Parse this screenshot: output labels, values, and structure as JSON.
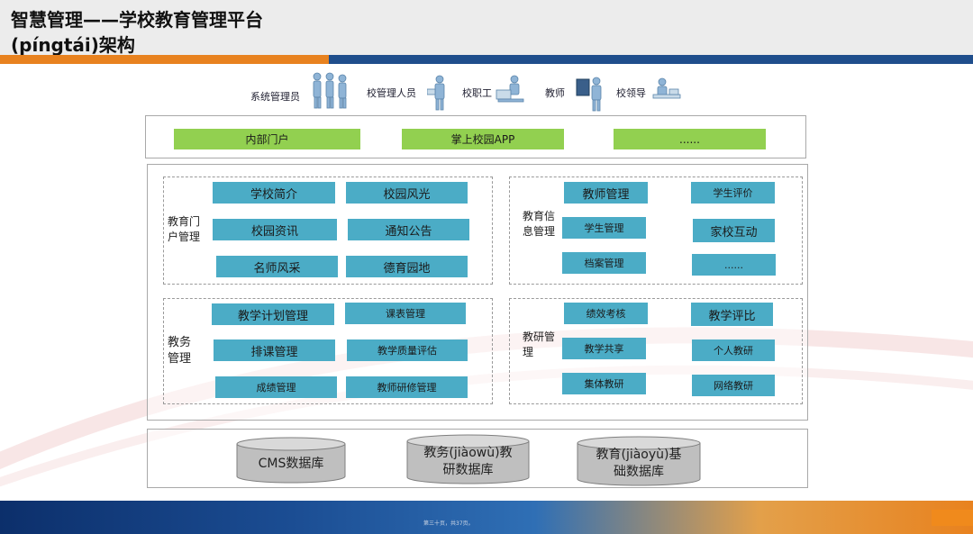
{
  "header": {
    "title_line1": "智慧管理——学校教育管理平台",
    "title_line2": "(píngtái)架构"
  },
  "users": [
    {
      "label": "系统管理员",
      "icon": "admin-group-icon"
    },
    {
      "label": "校管理人员",
      "icon": "manager-icon"
    },
    {
      "label": "校职工",
      "icon": "staff-icon"
    },
    {
      "label": "教师",
      "icon": "teacher-icon"
    },
    {
      "label": "校领导",
      "icon": "leader-icon"
    }
  ],
  "portals": [
    "内部门户",
    "掌上校园APP",
    "......"
  ],
  "sections": {
    "edu_portal": {
      "label_line1": "教育门",
      "label_line2": "户管理",
      "items": [
        "学校简介",
        "校园风光",
        "校园资讯",
        "通知公告",
        "名师风采",
        "德育园地"
      ]
    },
    "edu_info": {
      "label_line1": "教育信",
      "label_line2": "息管理",
      "items": [
        "教师管理",
        "学生评价",
        "学生管理",
        "家校互动",
        "档案管理",
        "......"
      ]
    },
    "academic": {
      "label_line1": "教务",
      "label_line2": "管理",
      "items": [
        "教学计划管理",
        "课表管理",
        "排课管理",
        "教学质量评估",
        "成绩管理",
        "教师研修管理"
      ]
    },
    "research": {
      "label_line1": "教研管",
      "label_line2": "理",
      "items": [
        "绩效考核",
        "教学评比",
        "教学共享",
        "个人教研",
        "集体教研",
        "网络教研"
      ]
    }
  },
  "databases": [
    {
      "line1": "CMS数据库",
      "line2": ""
    },
    {
      "line1": "教务(jiàowù)教",
      "line2": "研数据库"
    },
    {
      "line1": "教育(jiàoyù)基",
      "line2": "础数据库"
    }
  ],
  "footer": {
    "page_text": "第三十页，共37页。"
  },
  "colors": {
    "green": "#92d050",
    "blue": "#4bacc6",
    "orange": "#e8821f",
    "navy": "#1f4e8c"
  }
}
